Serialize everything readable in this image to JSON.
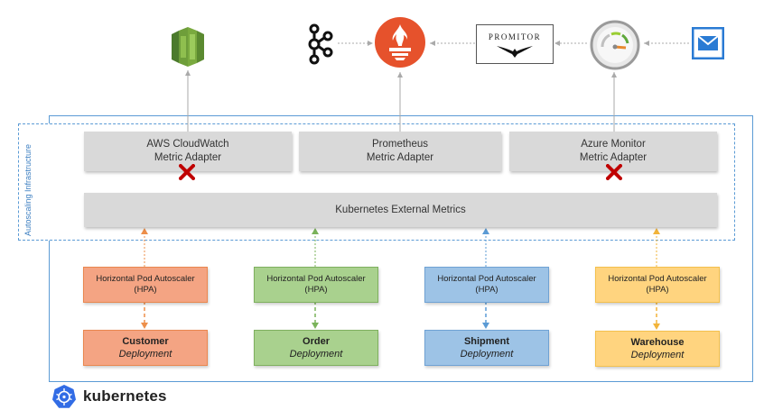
{
  "adapters": [
    {
      "line1": "AWS CloudWatch",
      "line2": "Metric Adapter",
      "disabled": true
    },
    {
      "line1": "Prometheus",
      "line2": "Metric Adapter",
      "disabled": false
    },
    {
      "line1": "Azure Monitor",
      "line2": "Metric Adapter",
      "disabled": true
    }
  ],
  "external_metrics": "Kubernetes External Metrics",
  "infra_label": "Autoscaling Infrastructure",
  "promitor_label": "PROMITOR",
  "hpas": [
    {
      "line1": "Horizontal Pod Autoscaler",
      "line2": "(HPA)",
      "color": "#f4a483",
      "border": "#e9874f",
      "arrow": "#ed8f4a"
    },
    {
      "line1": "Horizontal Pod Autoscaler",
      "line2": "(HPA)",
      "color": "#a9d18e",
      "border": "#7fb05f",
      "arrow": "#7ab35a"
    },
    {
      "line1": "Horizontal Pod Autoscaler",
      "line2": "(HPA)",
      "color": "#9dc3e6",
      "border": "#6fa2d4",
      "arrow": "#5b9bd5"
    },
    {
      "line1": "Horizontal Pod Autoscaler",
      "line2": "(HPA)",
      "color": "#ffd47f",
      "border": "#f3c04d",
      "arrow": "#f2b43a"
    }
  ],
  "deployments": [
    {
      "name": "Customer",
      "type": "Deployment"
    },
    {
      "name": "Order",
      "type": "Deployment"
    },
    {
      "name": "Shipment",
      "type": "Deployment"
    },
    {
      "name": "Warehouse",
      "type": "Deployment"
    }
  ],
  "brand": "kubernetes",
  "icons": [
    "aws-cloudwatch-icon",
    "kafka-icon",
    "prometheus-icon",
    "promitor-logo",
    "azure-monitor-icon",
    "azure-queue-icon",
    "kubernetes-logo-icon"
  ]
}
